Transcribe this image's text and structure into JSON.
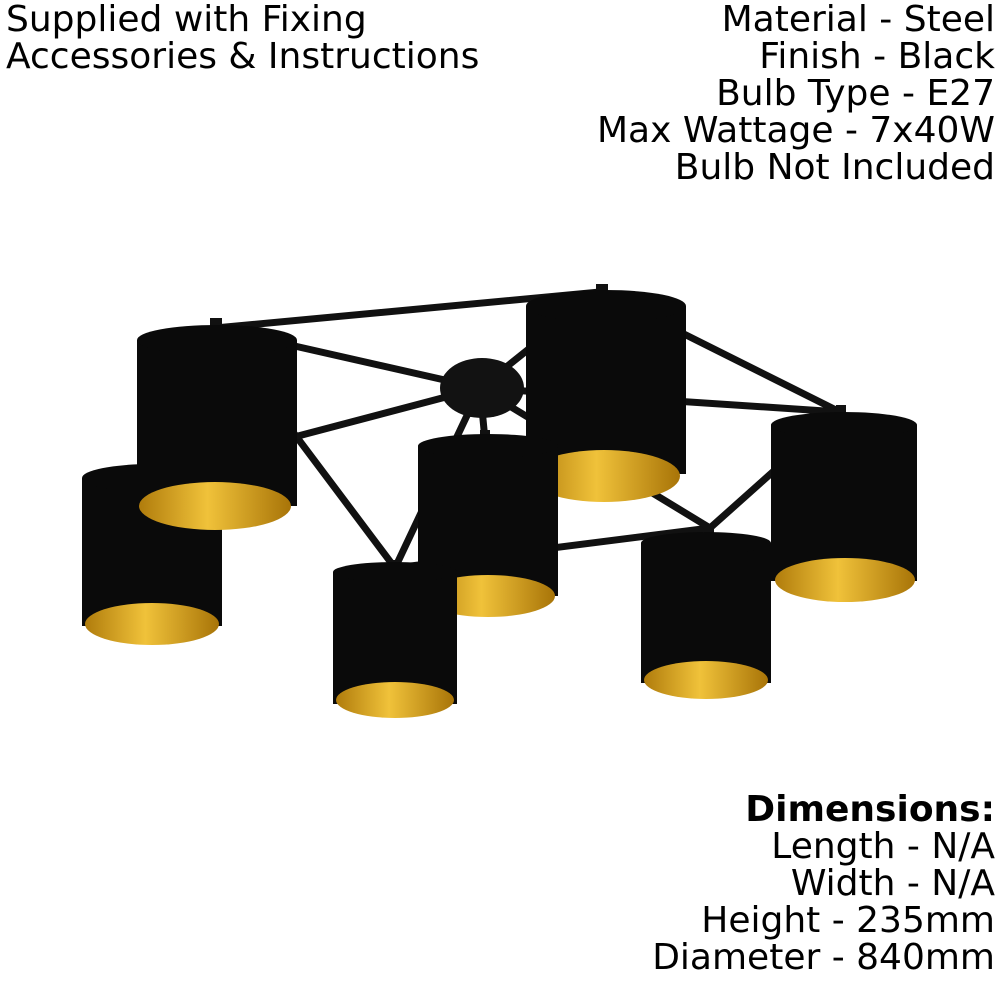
{
  "top_left": {
    "line1": "Supplied with Fixing",
    "line2": "Accessories & Instructions"
  },
  "specs": {
    "material": "Material - Steel",
    "finish": "Finish - Black",
    "bulb_type": "Bulb Type - E27",
    "max_wattage": "Max Wattage - 7x40W",
    "bulb_note": "Bulb Not Included"
  },
  "dimensions": {
    "heading": "Dimensions:",
    "length": "Length - N/A",
    "width": "Width - N/A",
    "height": "Height - 235mm",
    "diameter": "Diameter - 840mm"
  },
  "colors": {
    "shade_outer": "#0a0a0a",
    "shade_inner_gold": "#d9a21b",
    "frame": "#111111",
    "background": "#ffffff"
  }
}
